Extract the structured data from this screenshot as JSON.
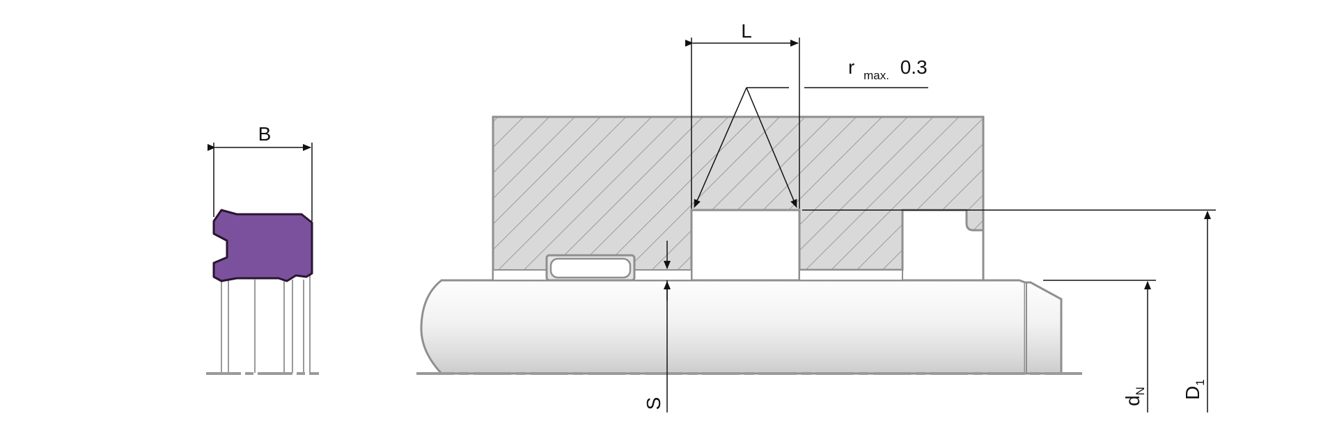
{
  "labels": {
    "width_b": "B",
    "groove_length": "L",
    "radius_prefix": "r",
    "radius_sub": "max.",
    "radius_value": "0.3",
    "radial_section": "S",
    "rod_diameter_main": "d",
    "rod_diameter_sub": "N",
    "bore_diameter_main": "D",
    "bore_diameter_sub": "1"
  },
  "colors": {
    "seal_fill": "#7b519d",
    "seal_outline": "#2a1530",
    "housing_fill": "#d9d9d9",
    "housing_outline": "#8f8f8f",
    "hatch": "#9a9a9a",
    "dimension_line": "#111111",
    "rod_light": "#fbfbfb",
    "rod_dark": "#cfcfcf"
  }
}
